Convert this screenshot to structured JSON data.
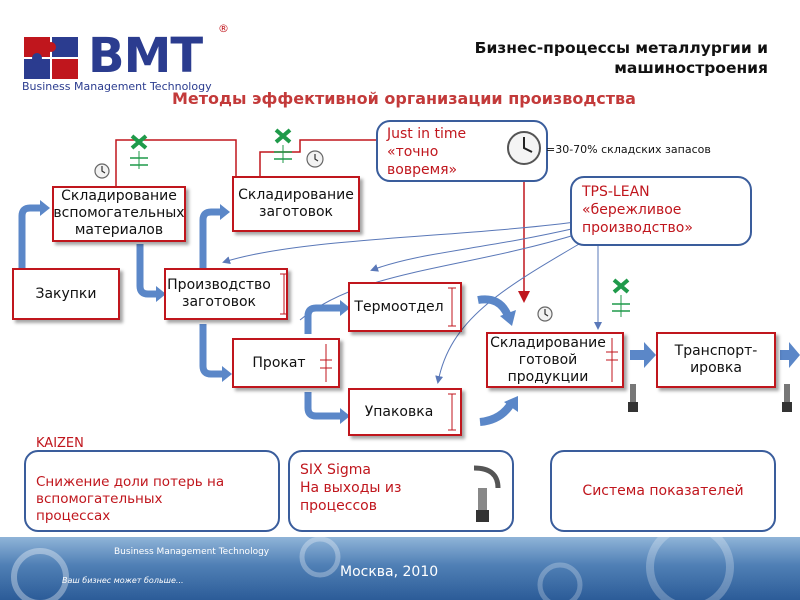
{
  "logo": {
    "name": "BMT",
    "reg": "®",
    "subtitle": "Business Management Technology"
  },
  "header": {
    "title_line1": "Бизнес-процессы металлургии и",
    "title_line2": "машиностроения",
    "subtitle": "Методы эффективной организации производства"
  },
  "process": {
    "zakupki": "Закупки",
    "sklad_vspom": "Складирование вспомогательных материалов",
    "sklad_zag": "Складирование заготовок",
    "proizv_zag": "Производство заготовок",
    "prokat": "Прокат",
    "termo": "Термоотдел",
    "upakovka": "Упаковка",
    "sklad_gotov": "Складирование готовой продукции",
    "transport": "Транспорт-ировка"
  },
  "methods": {
    "jit_line1": "Just in time",
    "jit_line2": "«точно",
    "jit_line3": "вовремя»",
    "stock_note": "=30-70% складских запасов",
    "lean_line1": "TPS-LEAN",
    "lean_line2": "«бережливое",
    "lean_line3": "производство»"
  },
  "bottom": {
    "kaizen_title": "KAIZEN",
    "kaizen_text": "Снижение доли потерь на вспомогательных процессах",
    "six_sigma_title": "SIX Sigma",
    "six_sigma_text": "На выходы из процессов",
    "kpi_text": "Система показателей"
  },
  "footer": {
    "brand": "Business Management Technology",
    "slogan": "Ваш бизнес может больше...",
    "city_year": "Москва, 2010"
  },
  "colors": {
    "red": "#c0161d",
    "blue": "#3a5d9c",
    "arrow": "#4a7cc0",
    "green": "#1f9a4a"
  }
}
